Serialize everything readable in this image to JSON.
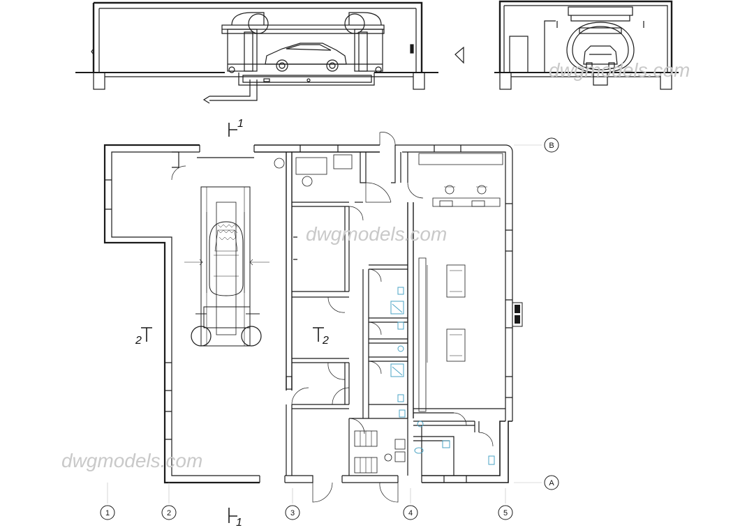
{
  "watermark": "dwgmodels.com",
  "axes": {
    "columns": [
      "1",
      "2",
      "3",
      "4",
      "5"
    ],
    "rows": [
      "A",
      "B"
    ]
  },
  "sections": {
    "section1": "1",
    "section2": "2"
  },
  "colors": {
    "line": "#1a1a1a",
    "fixture": "#4aa3c4",
    "watermark": "#c9c9c9"
  }
}
